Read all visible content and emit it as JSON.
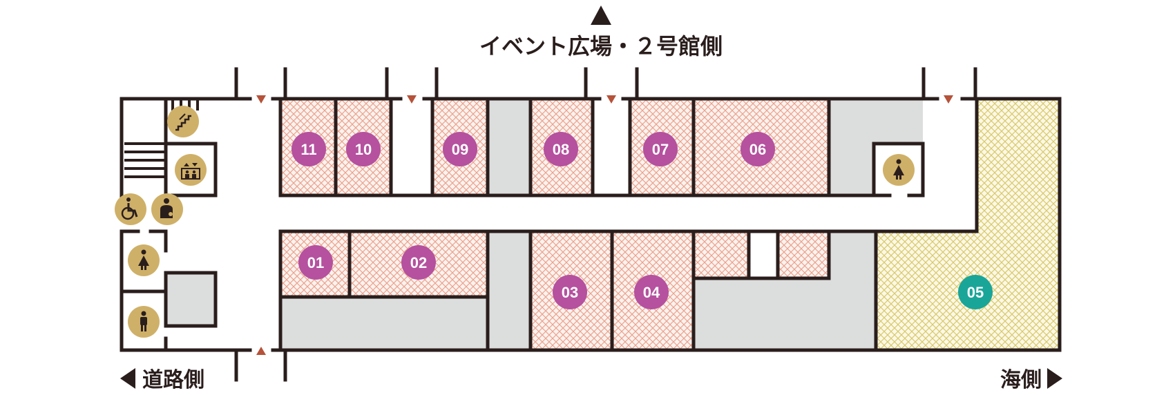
{
  "labels": {
    "top": "イベント広場・２号館側",
    "left": "道路側",
    "right": "海側"
  },
  "booths": [
    {
      "id": "b11",
      "label": "11",
      "kind": "standard"
    },
    {
      "id": "b10",
      "label": "10",
      "kind": "standard"
    },
    {
      "id": "b09",
      "label": "09",
      "kind": "standard"
    },
    {
      "id": "b08",
      "label": "08",
      "kind": "standard"
    },
    {
      "id": "b07",
      "label": "07",
      "kind": "standard"
    },
    {
      "id": "b06",
      "label": "06",
      "kind": "standard"
    },
    {
      "id": "b01",
      "label": "01",
      "kind": "standard"
    },
    {
      "id": "b02",
      "label": "02",
      "kind": "standard"
    },
    {
      "id": "b03",
      "label": "03",
      "kind": "standard"
    },
    {
      "id": "b04",
      "label": "04",
      "kind": "standard"
    },
    {
      "id": "b05",
      "label": "05",
      "kind": "special"
    }
  ],
  "facilities": [
    "stairs-icon",
    "elevator-icon",
    "wheelchair-icon",
    "nursing-room-icon",
    "womens-restroom-icon",
    "mens-restroom-icon"
  ],
  "colors": {
    "wall": "#2a1e1d",
    "booth_hatch": "#e9a38e",
    "special_hatch": "#d9c96a",
    "gray_block": "#dcdddd",
    "badge_standard": "#b5519f",
    "badge_special": "#1aa599",
    "facility_gold": "#cfb068",
    "entrance_marker": "#b5523a"
  }
}
